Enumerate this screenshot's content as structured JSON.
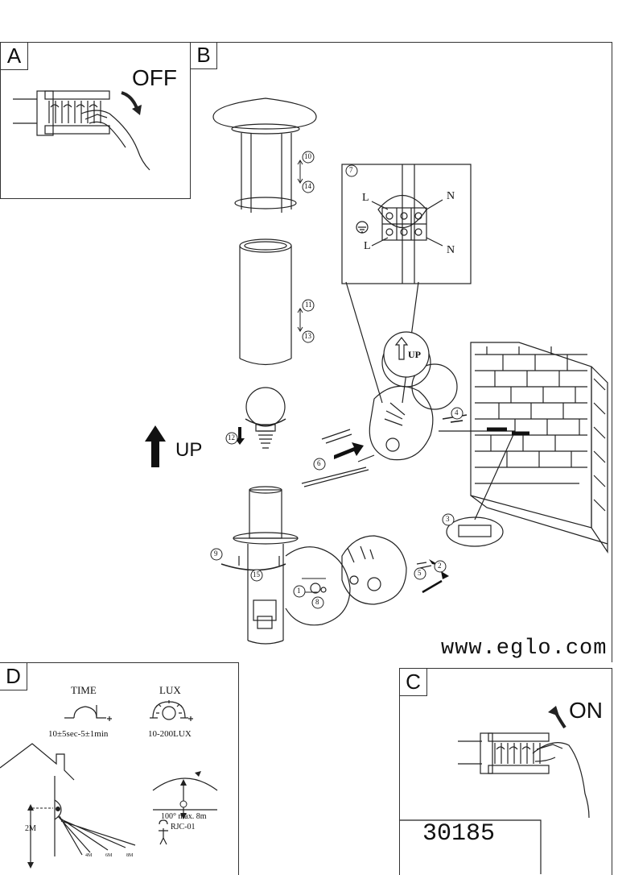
{
  "panels": {
    "a": {
      "tag": "A",
      "off_label": "OFF"
    },
    "b": {
      "tag": "B",
      "up_label": "UP",
      "up_badge": "UP",
      "steps": [
        "1",
        "2",
        "3",
        "4",
        "5",
        "6",
        "7",
        "8",
        "9",
        "10",
        "11",
        "12",
        "13",
        "14",
        "15"
      ],
      "terminal_labels": {
        "l_top": "L",
        "n_top": "N",
        "l_bottom": "L",
        "n_bottom": "N"
      }
    },
    "c": {
      "tag": "C",
      "on_label": "ON"
    },
    "d": {
      "tag": "D",
      "time_title": "TIME",
      "time_range": "10±5sec-5±1min",
      "lux_title": "LUX",
      "lux_range": "10-200LUX",
      "detection": "100°  max. 8m",
      "remote": "RJC-01",
      "height": "2M",
      "distances": [
        "4M",
        "6M",
        "8M"
      ]
    }
  },
  "website": "www.eglo.com",
  "product_number": "30185"
}
